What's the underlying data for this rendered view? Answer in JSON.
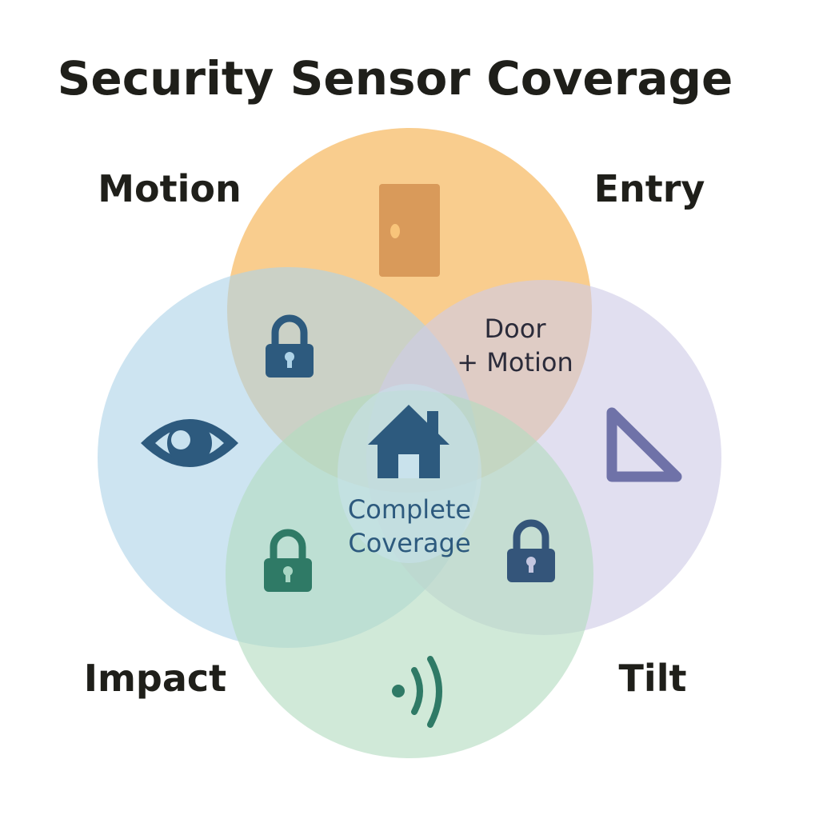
{
  "title": "Security Sensor Coverage",
  "labels": {
    "motion": "Motion",
    "entry": "Entry",
    "impact": "Impact",
    "tilt": "Tilt"
  },
  "overlap": {
    "door_motion_line1": "Door",
    "door_motion_line2": "+ Motion"
  },
  "center": {
    "line1": "Complete",
    "line2": "Coverage"
  },
  "icons": {
    "entry": "door-icon",
    "motion": "eye-icon",
    "impact": "vibration-icon",
    "tilt": "triangle-icon",
    "center": "house-icon",
    "overlaps": "padlock-icon"
  },
  "colors": {
    "entry": "#f8c47a",
    "motion": "#b8d9ec",
    "tilt": "#d9d6ec",
    "impact": "#bfe2c9",
    "dark_blue": "#2d5a7e",
    "dark_green": "#2f7a66",
    "purple": "#6f72a8",
    "door": "#d99a5a"
  }
}
